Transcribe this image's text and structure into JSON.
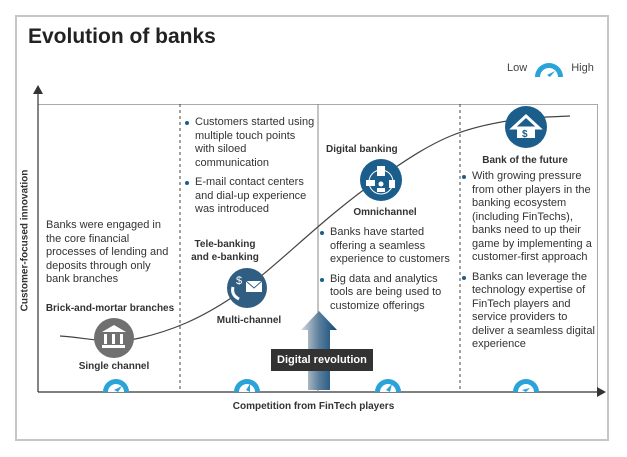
{
  "title": "Evolution of banks",
  "legend": {
    "low": "Low",
    "high": "High",
    "icon": "speedometer-icon"
  },
  "axes": {
    "x_label": "Competition from FinTech players",
    "y_label": "Customer-focused innovation"
  },
  "badge": "Digital revolution",
  "stages": [
    {
      "name": "Single channel",
      "caption": "Brick-and-mortar branches",
      "icon": "bank-building-icon",
      "description": "Banks were engaged in the core financial processes of lending and deposits through only bank branches",
      "competition_level": 0.2
    },
    {
      "name": "Multi-channel",
      "caption": "Tele-banking and e-banking",
      "icon": "phone-dollar-mail-icon",
      "bullets": [
        "Customers started using multiple touch points with siloed communication",
        "E-mail contact centers and dial-up experience was introduced"
      ],
      "competition_level": 0.4
    },
    {
      "name": "Omnichannel",
      "caption": "Digital banking",
      "icon": "connected-devices-icon",
      "bullets": [
        "Banks have started offering a seamless experience to customers",
        "Big data and analytics tools are being used to customize offerings"
      ],
      "competition_level": 0.65
    },
    {
      "name": "Bank of the future",
      "caption": "",
      "icon": "house-dollar-icon",
      "bullets": [
        "With growing pressure from other players in the banking ecosystem (including FinTechs), banks need to up their game by implementing a customer-first approach",
        "Banks can leverage the technology expertise of FinTech players and service providers to deliver a seamless digital experience"
      ],
      "competition_level": 0.3
    }
  ],
  "colors": {
    "accent": "#1b5e8c",
    "gauge": "#29a3d9",
    "gray_icon": "#707070",
    "badge_bg": "#333333"
  }
}
